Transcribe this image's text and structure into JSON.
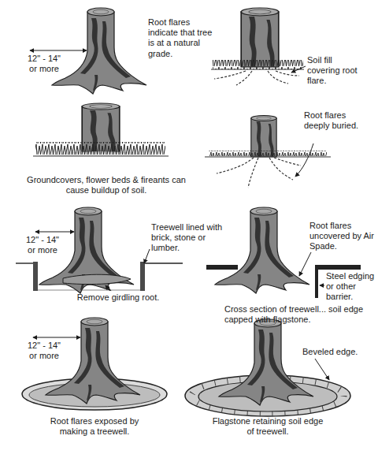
{
  "diagram": {
    "labels": [
      "12\" - 14\" or more",
      "Root flares indicate that tree is at a natural grade.",
      "Soil fill covering root flare.",
      "Groundcovers, flower beds & fireants can cause buildup of soil.",
      "Root flares deeply buried.",
      "Treewell lined with brick, stone or lumber.",
      "12\" - 14\" or more",
      "Root flares uncovered by Air Spade.",
      "Remove girdling root.",
      "Steel edging or other barrier.",
      "Cross section of treewell... soil edge capped with flagstone.",
      "12\" - 14\" or more",
      "Beveled edge.",
      "Root flares exposed by making a treewell.",
      "Flagstone retaining soil edge of treewell."
    ]
  }
}
